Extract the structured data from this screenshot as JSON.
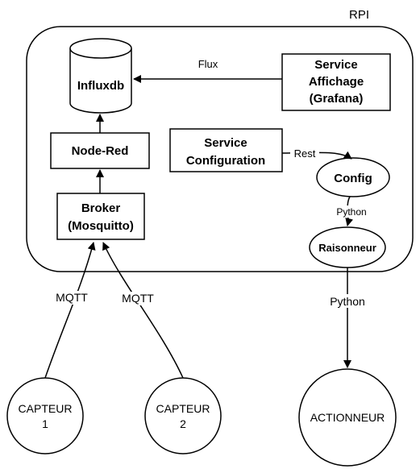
{
  "container": {
    "label": "RPI"
  },
  "nodes": {
    "influxdb": {
      "label": "Influxdb"
    },
    "node_red": {
      "label": "Node-Red"
    },
    "broker": {
      "line1": "Broker",
      "line2": "(Mosquitto)"
    },
    "service_affichage": {
      "line1": "Service",
      "line2": "Affichage",
      "line3": "(Grafana)"
    },
    "service_configuration": {
      "line1": "Service",
      "line2": "Configuration"
    },
    "config": {
      "label": "Config"
    },
    "raisonneur": {
      "label": "Raisonneur"
    },
    "capteur1": {
      "line1": "CAPTEUR",
      "line2": "1"
    },
    "capteur2": {
      "line1": "CAPTEUR",
      "line2": "2"
    },
    "actionneur": {
      "label": "ACTIONNEUR"
    }
  },
  "edges": {
    "flux": "Flux",
    "rest": "Rest",
    "python_config": "Python",
    "python_actionneur": "Python",
    "mqtt1": "MQTT",
    "mqtt2": "MQTT"
  },
  "colors": {
    "stroke": "#000000",
    "background": "#ffffff"
  }
}
